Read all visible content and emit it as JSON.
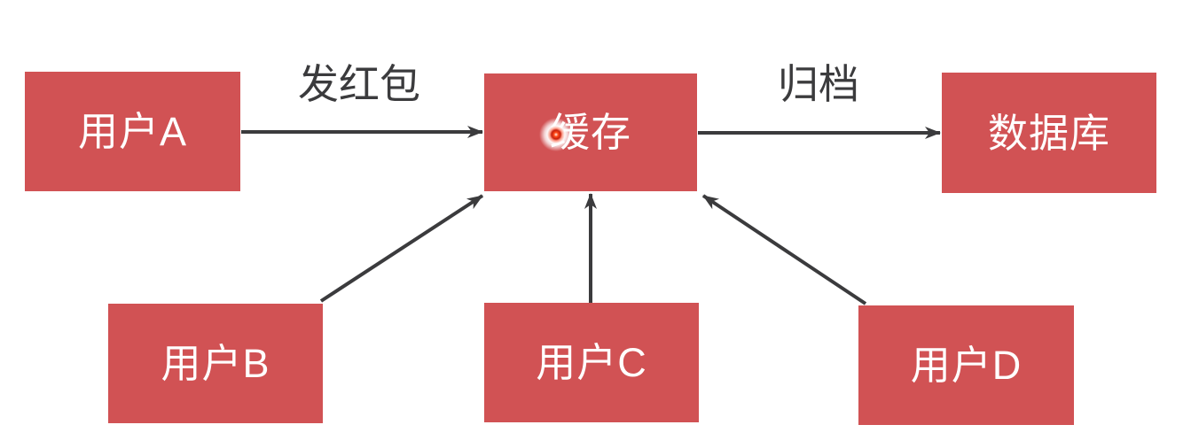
{
  "diagram": {
    "background_color": "#ffffff",
    "node_fill_color": "#d15254",
    "node_text_color": "#ffffff",
    "arrow_color": "#3b3b3d",
    "edge_label_color": "#3b3b3d",
    "nodes": [
      {
        "id": "user-a",
        "label": "用户A"
      },
      {
        "id": "cache",
        "label": "缓存"
      },
      {
        "id": "database",
        "label": "数据库"
      },
      {
        "id": "user-b",
        "label": "用户B"
      },
      {
        "id": "user-c",
        "label": "用户C"
      },
      {
        "id": "user-d",
        "label": "用户D"
      }
    ],
    "edges": [
      {
        "from": "user-a",
        "to": "cache",
        "label": "发红包"
      },
      {
        "from": "cache",
        "to": "database",
        "label": "归档"
      },
      {
        "from": "user-b",
        "to": "cache",
        "label": ""
      },
      {
        "from": "user-c",
        "to": "cache",
        "label": ""
      },
      {
        "from": "user-d",
        "to": "cache",
        "label": ""
      }
    ],
    "pointer": {
      "type": "laser-dot",
      "over_node": "cache"
    }
  }
}
